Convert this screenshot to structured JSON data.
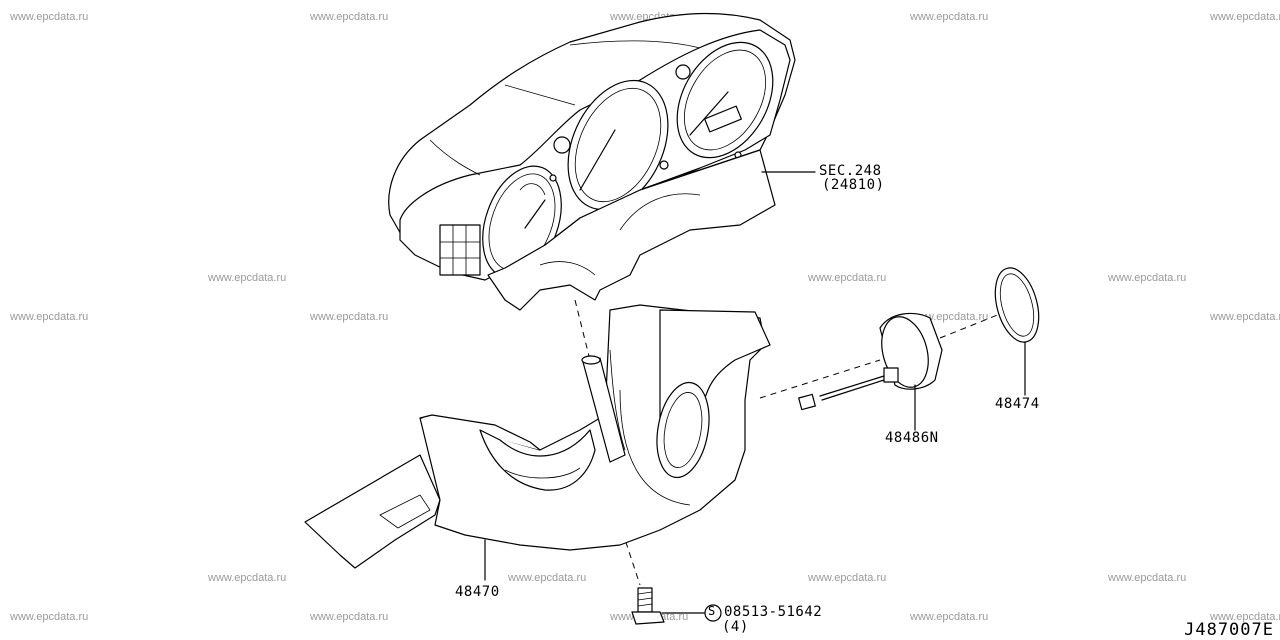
{
  "watermark": "www.epcdata.ru",
  "sheet_id": "J487007E",
  "parts": {
    "cluster_ref_sec": "SEC.248",
    "cluster_ref_num": "(24810)",
    "cover": "48470",
    "switch": "48486N",
    "ring": "48474",
    "screw_code": "08513-51642",
    "screw_qty": "(4)",
    "screw_symbol": "S"
  }
}
